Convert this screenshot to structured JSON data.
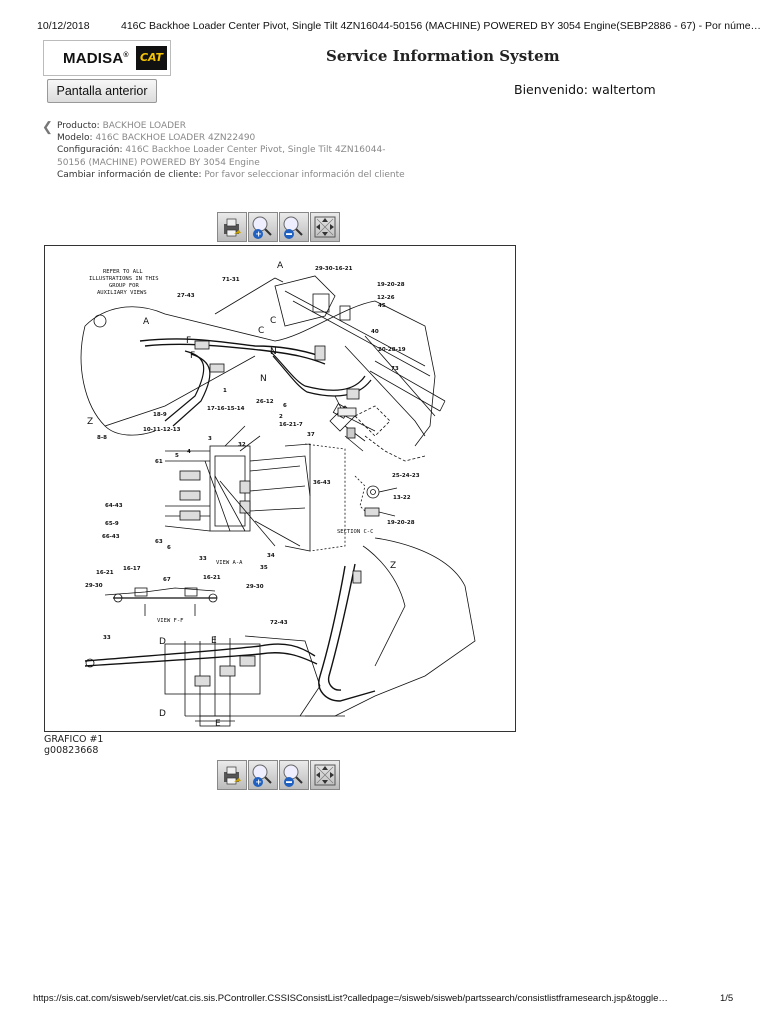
{
  "print_header": {
    "date": "10/12/2018",
    "title": "416C Backhoe Loader Center Pivot, Single Tilt 4ZN16044-50156 (MACHINE) POWERED BY 3054 Engine(SEBP2886 - 67) - Por núme…"
  },
  "header": {
    "logo_text": "MADISA",
    "logo_reg": "®",
    "cat_logo_text": "CAT",
    "app_title": "Service Information System",
    "back_button": "Pantalla anterior",
    "welcome": "Bienvenido: waltertom"
  },
  "info": {
    "product_label": "Producto:",
    "product_value": "BACKHOE LOADER",
    "model_label": "Modelo:",
    "model_value": "416C BACKHOE LOADER 4ZN22490",
    "config_label": "Configuración:",
    "config_value": "416C Backhoe Loader Center Pivot, Single Tilt 4ZN16044-50156 (MACHINE) POWERED BY 3054 Engine",
    "customer_label": "Cambiar información de cliente:",
    "customer_value": "Por favor seleccionar información del cliente"
  },
  "figure": {
    "note": [
      "REFER TO ALL",
      "ILLUSTRATIONS IN THIS",
      "GROUP FOR",
      "AUXILIARY VIEWS"
    ],
    "callouts": [
      "29-30-16-21",
      "71-31",
      "19-20-28",
      "27-43",
      "12-26",
      "45",
      "40",
      "20-28-19",
      "73",
      "1",
      "26-12",
      "6",
      "2",
      "16-21-7",
      "37",
      "18-9",
      "17-16-15-14",
      "10-11-12-13",
      "8-8",
      "3",
      "32",
      "61",
      "5",
      "4",
      "36-43",
      "25-24-23",
      "13-22",
      "19-20-28",
      "64-43",
      "65-9",
      "66-43",
      "63",
      "6",
      "33",
      "34",
      "35",
      "16-21",
      "16-17",
      "67",
      "16-21",
      "29-30",
      "29-30",
      "72-43",
      "33"
    ],
    "letters": [
      "A",
      "A",
      "F",
      "C",
      "C",
      "N",
      "N",
      "Z",
      "Z",
      "D",
      "D",
      "E",
      "E",
      "F"
    ],
    "views": [
      "VIEW A-A",
      "SECTION C-C",
      "VIEW F-F"
    ]
  },
  "caption": {
    "line1": "GRAFICO #1",
    "line2": "g00823668"
  },
  "print_footer": {
    "url": "https://sis.cat.com/sisweb/servlet/cat.cis.sis.PController.CSSISConsistList?calledpage=/sisweb/sisweb/partssearch/consistlistframesearch.jsp&toggle…",
    "page": "1/5"
  }
}
